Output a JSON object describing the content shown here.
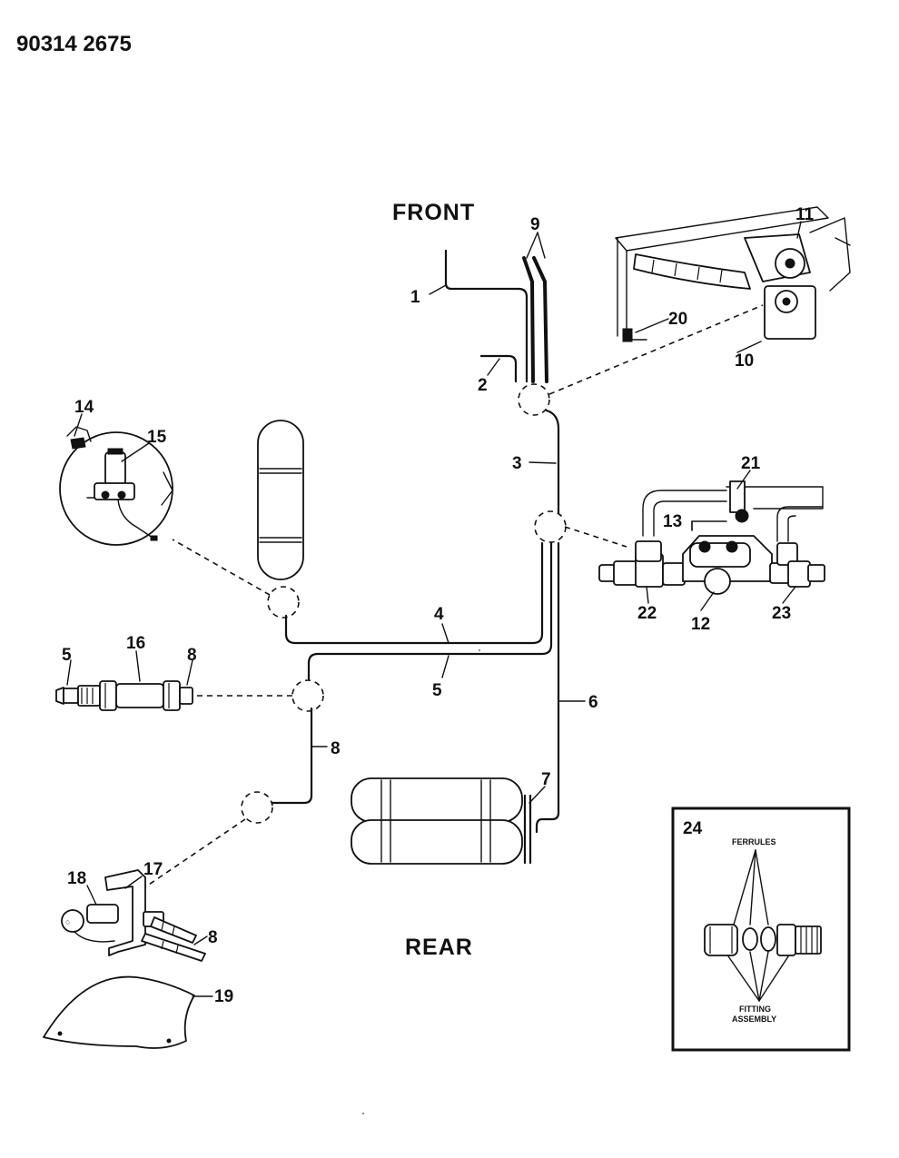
{
  "figure_id": "90314 2675",
  "orientation": {
    "front": "FRONT",
    "rear": "REAR"
  },
  "callouts": {
    "c1": "1",
    "c2": "2",
    "c3": "3",
    "c4": "4",
    "c5a": "5",
    "c5b": "5",
    "c6": "6",
    "c7": "7",
    "c8a": "8",
    "c8b": "8",
    "c8c": "8",
    "c9": "9",
    "c10": "10",
    "c11": "11",
    "c12": "12",
    "c13": "13",
    "c14": "14",
    "c15": "15",
    "c16": "16",
    "c17": "17",
    "c18": "18",
    "c19": "19",
    "c20": "20",
    "c21": "21",
    "c22": "22",
    "c23": "23",
    "c24": "24"
  },
  "inset": {
    "number": "24",
    "ferrules_label": "FERRULES",
    "fitting_label_line1": "FITTING",
    "fitting_label_line2": "ASSEMBLY"
  },
  "line_color": "#111111",
  "background": "#ffffff"
}
